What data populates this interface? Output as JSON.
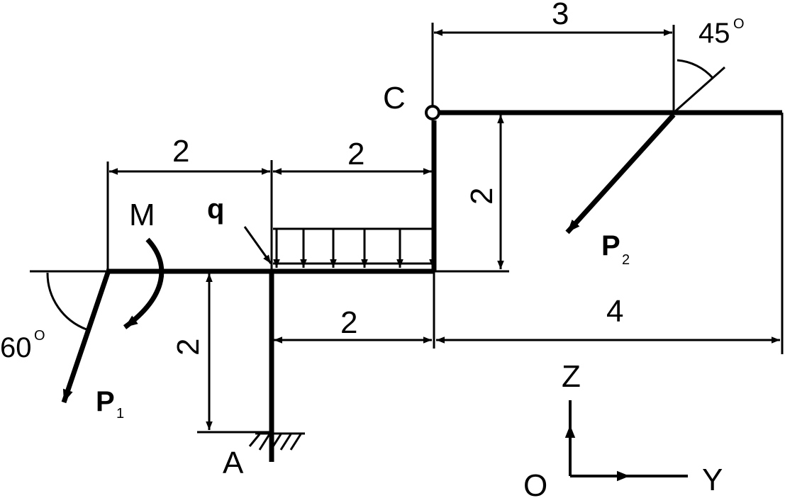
{
  "labels": {
    "point_c": "C",
    "point_a": "A",
    "origin": "O",
    "axis_z": "Z",
    "axis_y": "Y",
    "moment": "M",
    "load_q": "q",
    "force_p1": "P",
    "force_p1_sub": "1",
    "force_p2": "P",
    "force_p2_sub": "2",
    "angle_p1": "60",
    "angle_p2": "45",
    "degree_mark": "O"
  },
  "dimensions": {
    "top_c_to_p2": "3",
    "left_upper": "2",
    "mid_upper": "2",
    "vertical_right": "2",
    "vertical_left": "2",
    "mid_lower": "2",
    "right_lower": "4"
  },
  "colors": {
    "ink": "#000000",
    "background": "#ffffff"
  }
}
